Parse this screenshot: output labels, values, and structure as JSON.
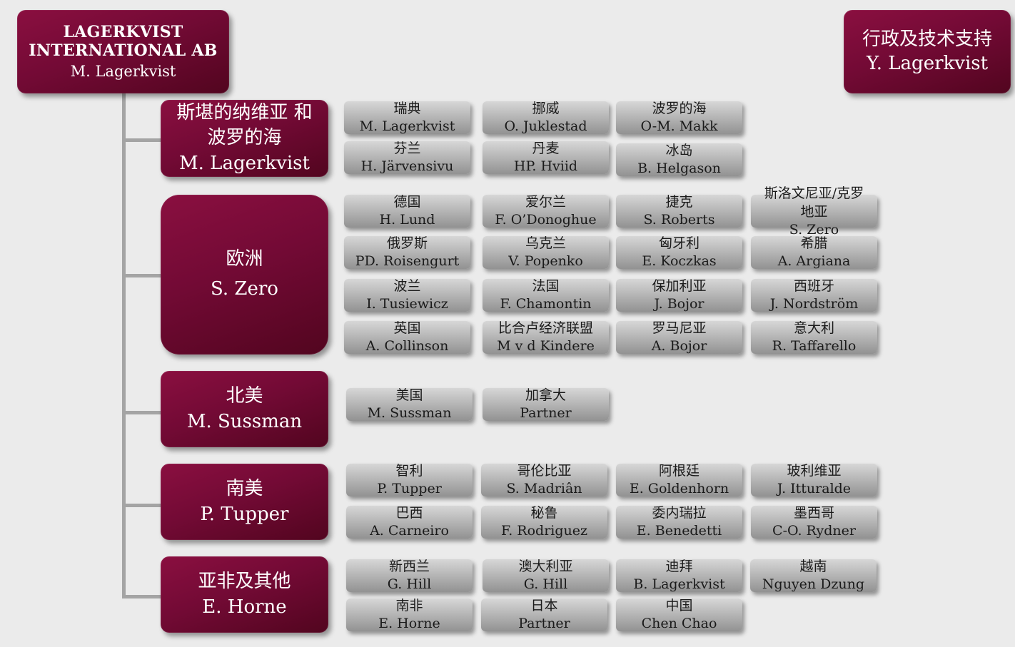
{
  "top": {
    "line1": "LAGERKVIST",
    "line2": "INTERNATIONAL AB",
    "manager": "M. Lagerkvist"
  },
  "admin": {
    "title": "行政及技术支持",
    "manager": "Y. Lagerkvist"
  },
  "regions": [
    {
      "line1": "斯堪的纳维亚 和",
      "line2": "波罗的海",
      "manager": "M. Lagerkvist"
    },
    {
      "name": "欧洲",
      "manager": "S. Zero"
    },
    {
      "name": "北美",
      "manager": "M. Sussman"
    },
    {
      "name": "南美",
      "manager": "P. Tupper"
    },
    {
      "name": "亚非及其他",
      "manager": "E. Horne"
    }
  ],
  "countries": {
    "scandinavia": [
      {
        "country": "瑞典",
        "manager": "M. Lagerkvist"
      },
      {
        "country": "挪威",
        "manager": "O. Juklestad"
      },
      {
        "country": "波罗的海",
        "manager": "O-M. Makk"
      },
      {
        "country": "芬兰",
        "manager": "H. Järvensivu"
      },
      {
        "country": "丹麦",
        "manager": "HP. Hviid"
      },
      {
        "country": "冰岛",
        "manager": "B. Helgason"
      }
    ],
    "europe": [
      {
        "country": "德国",
        "manager": "H. Lund"
      },
      {
        "country": "爱尔兰",
        "manager": "F. O’Donoghue"
      },
      {
        "country": "捷克",
        "manager": "S. Roberts"
      },
      {
        "country_line1": "斯洛文尼亚/克罗",
        "country_line2": "地亚",
        "manager": "S. Zero"
      },
      {
        "country": "俄罗斯",
        "manager": "PD. Roisengurt"
      },
      {
        "country": "乌克兰",
        "manager": "V. Popenko"
      },
      {
        "country": "匈牙利",
        "manager": "E. Koczkas"
      },
      {
        "country": "希腊",
        "manager": "A. Argiana"
      },
      {
        "country": "波兰",
        "manager": "I. Tusiewicz"
      },
      {
        "country": "法国",
        "manager": "F. Chamontin"
      },
      {
        "country": "保加利亚",
        "manager": "J. Bojor"
      },
      {
        "country": "西班牙",
        "manager": "J. Nordström"
      },
      {
        "country": "英国",
        "manager": "A. Collinson"
      },
      {
        "country": "比合卢经济联盟",
        "manager": "M v d Kindere"
      },
      {
        "country": "罗马尼亚",
        "manager": "A. Bojor"
      },
      {
        "country": "意大利",
        "manager": "R. Taffarello"
      }
    ],
    "north_america": [
      {
        "country": "美国",
        "manager": "M. Sussman"
      },
      {
        "country": "加拿大",
        "manager": "Partner"
      }
    ],
    "south_america": [
      {
        "country": "智利",
        "manager": "P. Tupper"
      },
      {
        "country": "哥伦比亚",
        "manager": "S. Madriân"
      },
      {
        "country": "阿根廷",
        "manager": "E. Goldenhorn"
      },
      {
        "country": "玻利维亚",
        "manager": "J. Itturalde"
      },
      {
        "country": "巴西",
        "manager": "A. Carneiro"
      },
      {
        "country": "秘鲁",
        "manager": "F. Rodriguez"
      },
      {
        "country": "委内瑞拉",
        "manager": "E. Benedetti"
      },
      {
        "country": "墨西哥",
        "manager": "C-O. Rydner"
      }
    ],
    "asia_africa": [
      {
        "country": "新西兰",
        "manager": "G. Hill"
      },
      {
        "country": "澳大利亚",
        "manager": "G. Hill"
      },
      {
        "country": "迪拜",
        "manager": "B. Lagerkvist"
      },
      {
        "country": "越南",
        "manager": "Nguyen Dzung"
      },
      {
        "country": "南非",
        "manager": "E. Horne"
      },
      {
        "country": "日本",
        "manager": "Partner"
      },
      {
        "country": "中国",
        "manager": "Chen Chao"
      }
    ]
  }
}
